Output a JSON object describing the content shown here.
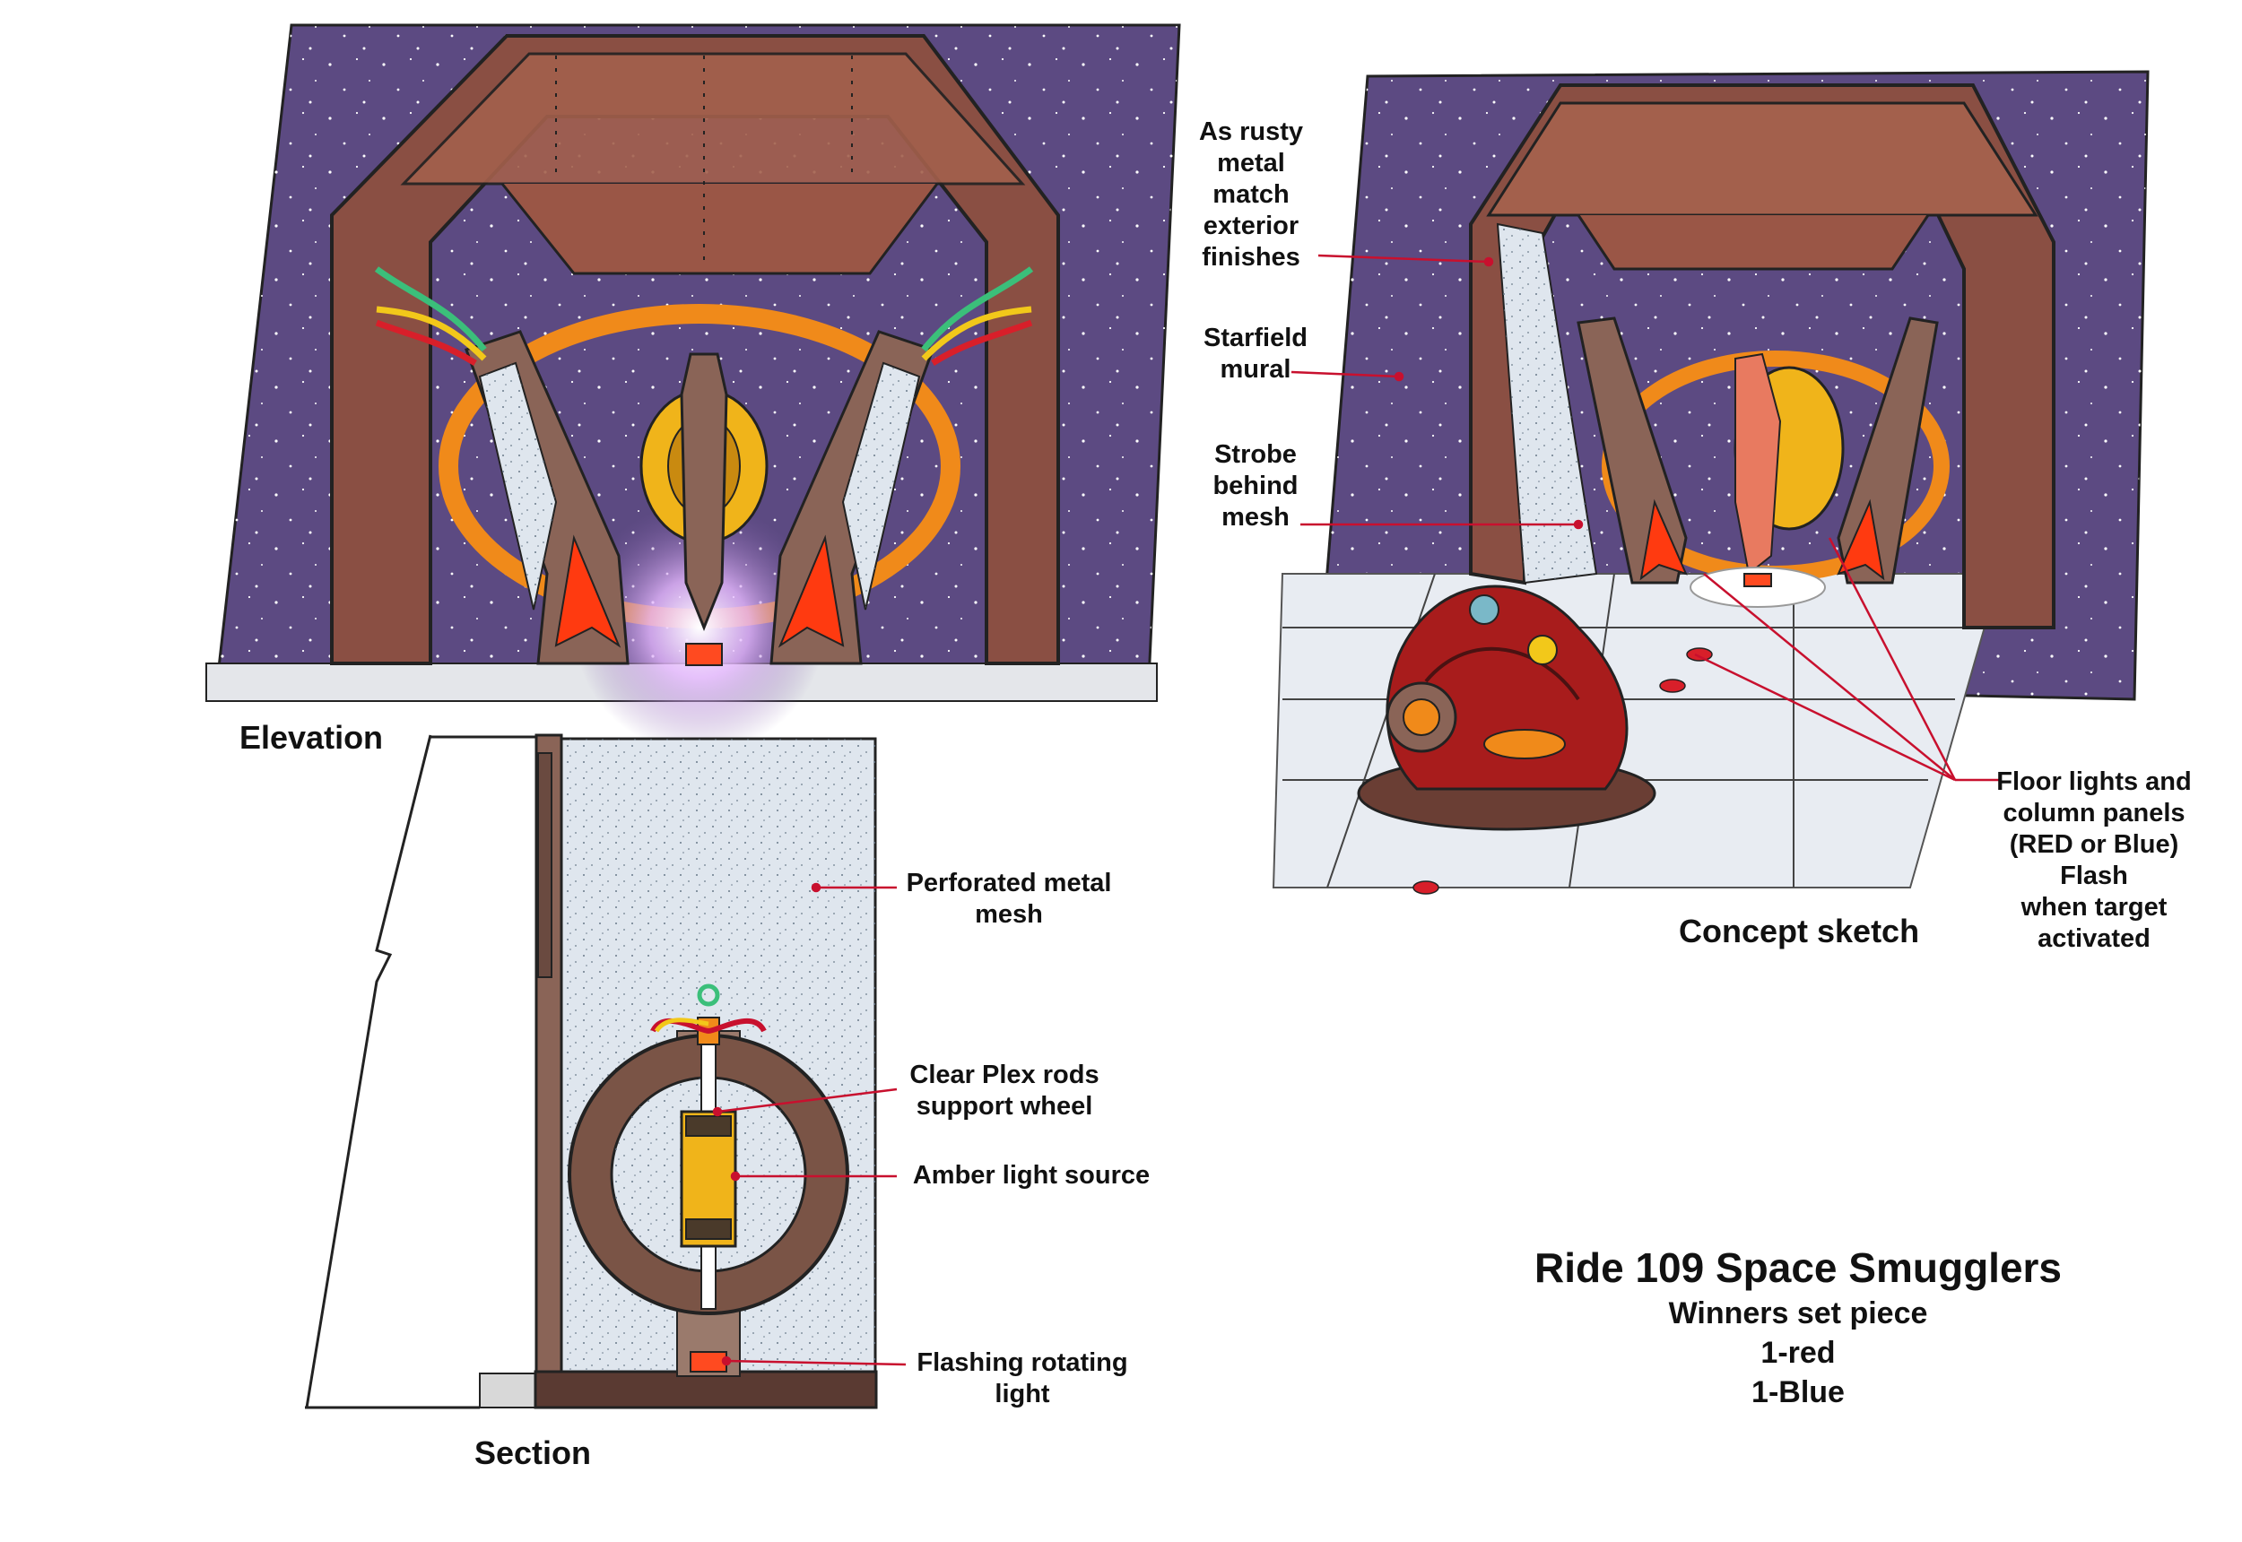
{
  "captions": {
    "elevation": "Elevation",
    "section": "Section",
    "concept": "Concept sketch"
  },
  "callouts": {
    "rusty_metal": [
      "As rusty",
      "metal",
      "match",
      "exterior",
      "finishes"
    ],
    "starfield": [
      "Starfield",
      "mural"
    ],
    "strobe": [
      "Strobe",
      "behind",
      "mesh"
    ],
    "floor_lights": [
      "Floor lights and",
      "column panels",
      "(RED or Blue)",
      "Flash",
      "when target",
      "activated"
    ],
    "perforated": [
      "Perforated metal",
      "mesh"
    ],
    "plex_rods": [
      "Clear Plex rods",
      "support wheel"
    ],
    "amber": [
      "Amber light source"
    ],
    "flashing": [
      "Flashing rotating",
      "light"
    ]
  },
  "title_block": {
    "title": "Ride 109 Space Smugglers",
    "subtitle": "Winners set piece",
    "line1": "1-red",
    "line2": "1-Blue"
  },
  "colors": {
    "space": "#5c4a82",
    "rust": "#8a4f43",
    "orange": "#f08a1a",
    "leader": "#c8102e",
    "mesh": "#dfe6ee"
  }
}
